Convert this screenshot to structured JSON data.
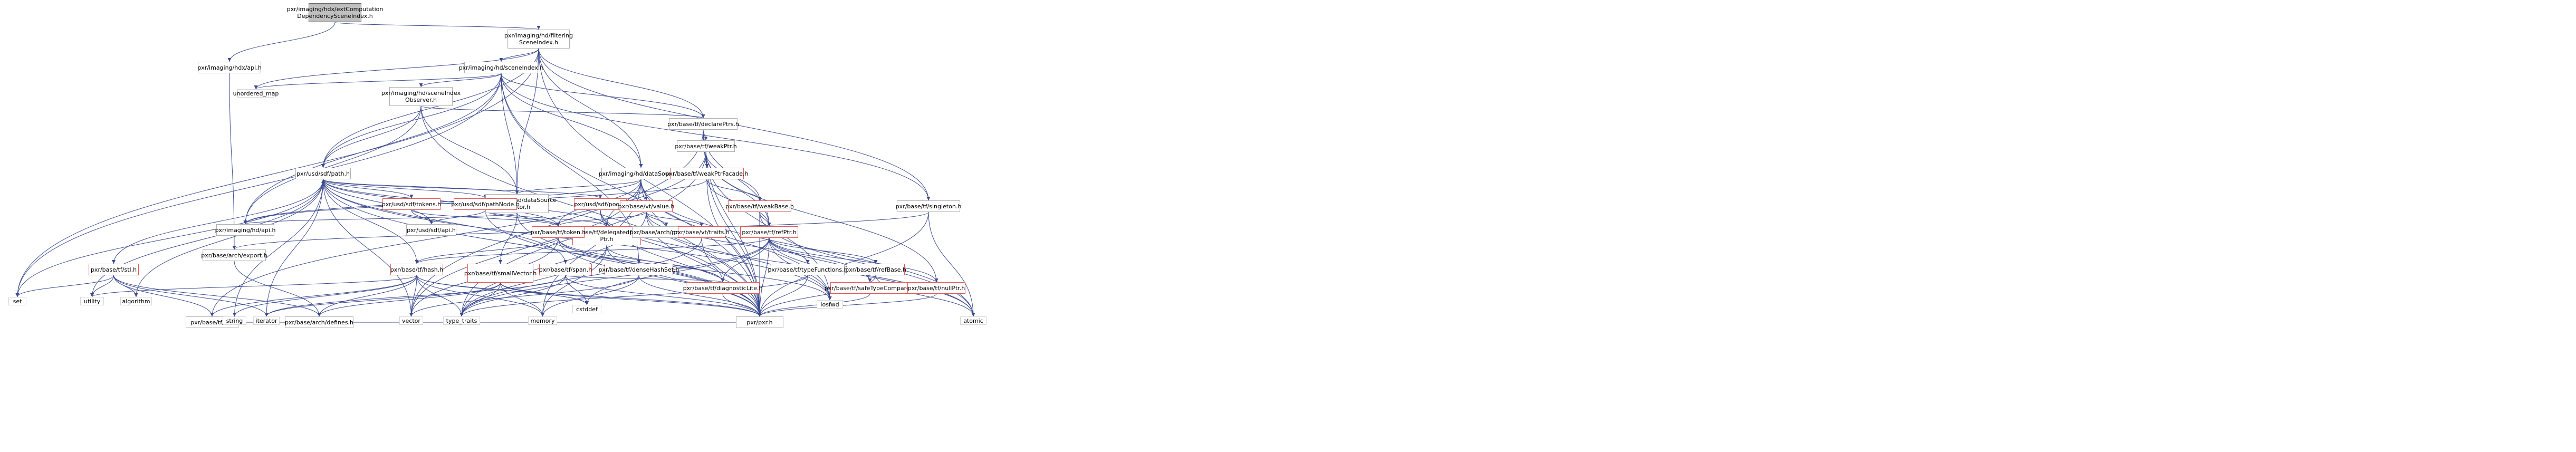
{
  "title": "pxr/imaging/hdx/extComputationDependencySceneIndex.h include dependency graph",
  "colors": {
    "edge": "#3b4a8f",
    "root_fill": "#bfbfbf",
    "red_border": "#e05a5a",
    "node_border": "#b0b0b0"
  },
  "nodes": [
    {
      "id": "root",
      "label": "pxr/imaging/hdx/extComputation\nDependencySceneIndex.h",
      "style": "root"
    },
    {
      "id": "hdx_api",
      "label": "pxr/imaging/hdx/api.h",
      "style": "normal"
    },
    {
      "id": "filtering",
      "label": "pxr/imaging/hd/filtering\nSceneIndex.h",
      "style": "normal"
    },
    {
      "id": "sceneIndex",
      "label": "pxr/imaging/hd/sceneIndex.h",
      "style": "normal"
    },
    {
      "id": "unordered_map",
      "label": "unordered_map",
      "style": "noborder"
    },
    {
      "id": "observer",
      "label": "pxr/imaging/hd/sceneIndex\nObserver.h",
      "style": "normal"
    },
    {
      "id": "declarePtrs",
      "label": "pxr/base/tf/declarePtrs.h",
      "style": "normal"
    },
    {
      "id": "weakPtr",
      "label": "pxr/base/tf/weakPtr.h",
      "style": "normal"
    },
    {
      "id": "dataSource",
      "label": "pxr/imaging/hd/dataSource.h",
      "style": "normal"
    },
    {
      "id": "sdfPath",
      "label": "pxr/usd/sdf/path.h",
      "style": "normal"
    },
    {
      "id": "weakPtrFacade",
      "label": "pxr/base/tf/weakPtrFacade.h",
      "style": "red"
    },
    {
      "id": "weakBase",
      "label": "pxr/base/tf/weakBase.h",
      "style": "red"
    },
    {
      "id": "singleton",
      "label": "pxr/base/tf/singleton.h",
      "style": "normal"
    },
    {
      "id": "dsLocator",
      "label": "pxr/imaging/hd/dataSource\nLocator.h",
      "style": "normal"
    },
    {
      "id": "sdfTokens",
      "label": "pxr/usd/sdf/tokens.h",
      "style": "red"
    },
    {
      "id": "pathNode",
      "label": "pxr/usd/sdf/pathNode.h",
      "style": "red"
    },
    {
      "id": "sdfPool",
      "label": "pxr/usd/sdf/pool.h",
      "style": "red"
    },
    {
      "id": "vtValue",
      "label": "pxr/base/vt/value.h",
      "style": "red"
    },
    {
      "id": "hd_api",
      "label": "pxr/imaging/hd/api.h",
      "style": "normal"
    },
    {
      "id": "sdf_api",
      "label": "pxr/usd/sdf/api.h",
      "style": "normal"
    },
    {
      "id": "delegatedCountPtr",
      "label": "pxr/base/tf/delegatedCount\nPtr.h",
      "style": "red"
    },
    {
      "id": "tfToken",
      "label": "pxr/base/tf/token.h",
      "style": "red"
    },
    {
      "id": "pragmas",
      "label": "pxr/base/arch/pragmas.h",
      "style": "normal"
    },
    {
      "id": "vtTraits",
      "label": "pxr/base/vt/traits.h",
      "style": "red"
    },
    {
      "id": "refPtr",
      "label": "pxr/base/tf/refPtr.h",
      "style": "red"
    },
    {
      "id": "arch_export",
      "label": "pxr/base/arch/export.h",
      "style": "normal"
    },
    {
      "id": "stlh",
      "label": "pxr/base/tf/stl.h",
      "style": "red"
    },
    {
      "id": "tfHash",
      "label": "pxr/base/tf/hash.h",
      "style": "red"
    },
    {
      "id": "smallVector",
      "label": "pxr/base/tf/smallVector.h",
      "style": "red"
    },
    {
      "id": "span",
      "label": "pxr/base/tf/span.h",
      "style": "red"
    },
    {
      "id": "denseHashSet",
      "label": "pxr/base/tf/denseHashSet.h",
      "style": "red"
    },
    {
      "id": "diagLite",
      "label": "pxr/base/tf/diagnosticLite.h",
      "style": "red"
    },
    {
      "id": "typeFunctions",
      "label": "pxr/base/tf/typeFunctions.h",
      "style": "normal"
    },
    {
      "id": "safeTypeCompare",
      "label": "pxr/base/tf/safeTypeCompare.h",
      "style": "red"
    },
    {
      "id": "refBase",
      "label": "pxr/base/tf/refBase.h",
      "style": "red"
    },
    {
      "id": "nullPtr",
      "label": "pxr/base/tf/nullPtr.h",
      "style": "red"
    },
    {
      "id": "iosfwd",
      "label": "iosfwd",
      "style": "noborder"
    },
    {
      "id": "set",
      "label": "set",
      "style": "noborder"
    },
    {
      "id": "utility",
      "label": "utility",
      "style": "noborder"
    },
    {
      "id": "algorithm",
      "label": "algorithm",
      "style": "noborder"
    },
    {
      "id": "tf_h",
      "label": "pxr/base/tf/tf.h",
      "style": "normal"
    },
    {
      "id": "string",
      "label": "string",
      "style": "noborder"
    },
    {
      "id": "iterator",
      "label": "iterator",
      "style": "noborder"
    },
    {
      "id": "defines",
      "label": "pxr/base/arch/defines.h",
      "style": "normal"
    },
    {
      "id": "vector",
      "label": "vector",
      "style": "noborder"
    },
    {
      "id": "type_traits",
      "label": "type_traits",
      "style": "noborder"
    },
    {
      "id": "memory",
      "label": "memory",
      "style": "noborder"
    },
    {
      "id": "cstddef",
      "label": "cstddef",
      "style": "noborder"
    },
    {
      "id": "pxr_h",
      "label": "pxr/pxr.h",
      "style": "normal"
    },
    {
      "id": "atomic",
      "label": "atomic",
      "style": "noborder"
    }
  ],
  "edges": [
    [
      "root",
      "hdx_api"
    ],
    [
      "root",
      "filtering"
    ],
    [
      "hdx_api",
      "arch_export"
    ],
    [
      "filtering",
      "sceneIndex"
    ],
    [
      "filtering",
      "unordered_map"
    ],
    [
      "filtering",
      "declarePtrs"
    ],
    [
      "filtering",
      "dataSource"
    ],
    [
      "filtering",
      "dsLocator"
    ],
    [
      "filtering",
      "sdfPath"
    ],
    [
      "filtering",
      "singleton"
    ],
    [
      "filtering",
      "set"
    ],
    [
      "filtering",
      "pxr_h"
    ],
    [
      "sceneIndex",
      "observer"
    ],
    [
      "sceneIndex",
      "unordered_map"
    ],
    [
      "sceneIndex",
      "declarePtrs"
    ],
    [
      "sceneIndex",
      "dataSource"
    ],
    [
      "sceneIndex",
      "dsLocator"
    ],
    [
      "sceneIndex",
      "sdfPath"
    ],
    [
      "sceneIndex",
      "hd_api"
    ],
    [
      "sceneIndex",
      "singleton"
    ],
    [
      "sceneIndex",
      "denseHashSet"
    ],
    [
      "sceneIndex",
      "set"
    ],
    [
      "sceneIndex",
      "pxr_h"
    ],
    [
      "observer",
      "declarePtrs"
    ],
    [
      "observer",
      "dsLocator"
    ],
    [
      "observer",
      "sdfPath"
    ],
    [
      "observer",
      "hd_api"
    ],
    [
      "observer",
      "pxr_h"
    ],
    [
      "declarePtrs",
      "weakPtr"
    ],
    [
      "declarePtrs",
      "refPtr"
    ],
    [
      "declarePtrs",
      "vector"
    ],
    [
      "declarePtrs",
      "pxr_h"
    ],
    [
      "weakPtr",
      "weakPtrFacade"
    ],
    [
      "weakPtr",
      "weakBase"
    ],
    [
      "weakPtr",
      "refPtr"
    ],
    [
      "weakPtr",
      "nullPtr"
    ],
    [
      "weakPtr",
      "iosfwd"
    ],
    [
      "weakPtr",
      "type_traits"
    ],
    [
      "weakPtr",
      "tf_h"
    ],
    [
      "weakPtr",
      "pxr_h"
    ],
    [
      "weakPtrFacade",
      "weakBase"
    ],
    [
      "weakPtrFacade",
      "refPtr"
    ],
    [
      "weakPtrFacade",
      "hd_api"
    ],
    [
      "weakPtrFacade",
      "pxr_h"
    ],
    [
      "weakBase",
      "refPtr"
    ],
    [
      "weakBase",
      "atomic"
    ],
    [
      "weakBase",
      "pxr_h"
    ],
    [
      "singleton",
      "atomic"
    ],
    [
      "singleton",
      "pxr_h"
    ],
    [
      "singleton",
      "arch_export"
    ],
    [
      "dataSource",
      "dsLocator"
    ],
    [
      "dataSource",
      "hd_api"
    ],
    [
      "dataSource",
      "vtValue"
    ],
    [
      "dataSource",
      "tfToken"
    ],
    [
      "dataSource",
      "delegatedCountPtr"
    ],
    [
      "dataSource",
      "iosfwd"
    ],
    [
      "dataSource",
      "memory"
    ],
    [
      "dataSource",
      "vector"
    ],
    [
      "dataSource",
      "atomic"
    ],
    [
      "dataSource",
      "pxr_h"
    ],
    [
      "dsLocator",
      "sdfPath"
    ],
    [
      "dsLocator",
      "hd_api"
    ],
    [
      "dsLocator",
      "tfToken"
    ],
    [
      "dsLocator",
      "smallVector"
    ],
    [
      "dsLocator",
      "pxr_h"
    ],
    [
      "sdfPath",
      "sdfTokens"
    ],
    [
      "sdfPath",
      "pathNode"
    ],
    [
      "sdfPath",
      "sdfPool"
    ],
    [
      "sdfPath",
      "sdf_api"
    ],
    [
      "sdfPath",
      "delegatedCountPtr"
    ],
    [
      "sdfPath",
      "tfToken"
    ],
    [
      "sdfPath",
      "stlh"
    ],
    [
      "sdfPath",
      "tfHash"
    ],
    [
      "sdfPath",
      "span"
    ],
    [
      "sdfPath",
      "set"
    ],
    [
      "sdfPath",
      "utility"
    ],
    [
      "sdfPath",
      "algorithm"
    ],
    [
      "sdfPath",
      "string"
    ],
    [
      "sdfPath",
      "iterator"
    ],
    [
      "sdfPath",
      "vector"
    ],
    [
      "sdfPath",
      "iosfwd"
    ],
    [
      "sdfPath",
      "pxr_h"
    ],
    [
      "sdfTokens",
      "sdf_api"
    ],
    [
      "sdfTokens",
      "tfToken"
    ],
    [
      "pathNode",
      "delegatedCountPtr"
    ],
    [
      "pathNode",
      "tfToken"
    ],
    [
      "pathNode",
      "sdf_api"
    ],
    [
      "pathNode",
      "pxr_h"
    ],
    [
      "sdfPool",
      "atomic"
    ],
    [
      "sdfPool",
      "diagLite"
    ],
    [
      "sdfPool",
      "pxr_h"
    ],
    [
      "vtValue",
      "pragmas"
    ],
    [
      "vtValue",
      "vtTraits"
    ],
    [
      "vtValue",
      "safeTypeCompare"
    ],
    [
      "vtValue",
      "tfToken"
    ],
    [
      "vtValue",
      "iosfwd"
    ],
    [
      "vtValue",
      "type_traits"
    ],
    [
      "vtValue",
      "pxr_h"
    ],
    [
      "delegatedCountPtr",
      "diagLite"
    ],
    [
      "delegatedCountPtr",
      "type_traits"
    ],
    [
      "delegatedCountPtr",
      "memory"
    ],
    [
      "delegatedCountPtr",
      "pxr_h"
    ],
    [
      "tfToken",
      "tfHash"
    ],
    [
      "tfToken",
      "diagLite"
    ],
    [
      "tfToken",
      "iosfwd"
    ],
    [
      "tfToken",
      "vector"
    ],
    [
      "tfToken",
      "pxr_h"
    ],
    [
      "vtTraits",
      "type_traits"
    ],
    [
      "vtTraits",
      "pxr_h"
    ],
    [
      "refPtr",
      "refBase"
    ],
    [
      "refPtr",
      "nullPtr"
    ],
    [
      "refPtr",
      "typeFunctions"
    ],
    [
      "refPtr",
      "safeTypeCompare"
    ],
    [
      "refPtr",
      "diagLite"
    ],
    [
      "refPtr",
      "typeFunctions"
    ],
    [
      "refPtr",
      "tfHash"
    ],
    [
      "refPtr",
      "iosfwd"
    ],
    [
      "refPtr",
      "type_traits"
    ],
    [
      "refPtr",
      "cstddef"
    ],
    [
      "refPtr",
      "atomic"
    ],
    [
      "refPtr",
      "pxr_h"
    ],
    [
      "stlh",
      "tf_h"
    ],
    [
      "stlh",
      "set"
    ],
    [
      "stlh",
      "utility"
    ],
    [
      "stlh",
      "algorithm"
    ],
    [
      "stlh",
      "iterator"
    ],
    [
      "stlh",
      "defines"
    ],
    [
      "tfHash",
      "tf_h"
    ],
    [
      "tfHash",
      "defines"
    ],
    [
      "tfHash",
      "memory"
    ],
    [
      "tfHash",
      "cstddef"
    ],
    [
      "tfHash",
      "string"
    ],
    [
      "tfHash",
      "vector"
    ],
    [
      "tfHash",
      "utility"
    ],
    [
      "tfHash",
      "type_traits"
    ],
    [
      "tfHash",
      "pxr_h"
    ],
    [
      "smallVector",
      "memory"
    ],
    [
      "smallVector",
      "iterator"
    ],
    [
      "smallVector",
      "cstddef"
    ],
    [
      "smallVector",
      "type_traits"
    ],
    [
      "smallVector",
      "defines"
    ],
    [
      "smallVector",
      "pxr_h"
    ],
    [
      "span",
      "diagLite"
    ],
    [
      "span",
      "type_traits"
    ],
    [
      "span",
      "iterator"
    ],
    [
      "span",
      "cstddef"
    ],
    [
      "span",
      "pxr_h"
    ],
    [
      "denseHashSet",
      "memory"
    ],
    [
      "denseHashSet",
      "vector"
    ],
    [
      "denseHashSet",
      "pxr_h"
    ],
    [
      "diagLite",
      "pxr_h"
    ],
    [
      "typeFunctions",
      "type_traits"
    ],
    [
      "typeFunctions",
      "pxr_h"
    ],
    [
      "safeTypeCompare",
      "pxr_h"
    ],
    [
      "refBase",
      "atomic"
    ],
    [
      "refBase",
      "pxr_h"
    ],
    [
      "nullPtr",
      "pxr_h"
    ],
    [
      "arch_export",
      "defines"
    ],
    [
      "tf_h",
      "pxr_h"
    ]
  ]
}
